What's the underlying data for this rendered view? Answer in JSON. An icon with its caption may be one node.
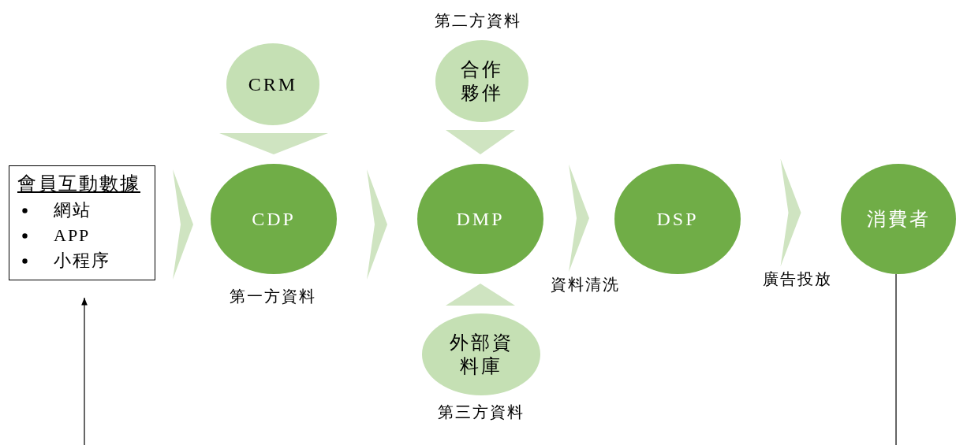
{
  "diagram": {
    "nodes": [
      {
        "text": [
          "會員互動數據",
          "網站",
          "APP",
          "小程序"
        ]
      },
      {
        "text": [
          "CRM"
        ]
      },
      {
        "text": [
          "CDP"
        ],
        "beside": [
          "第一方資料"
        ]
      },
      {
        "text": [
          "合作夥伴"
        ],
        "beside": [
          "第二方資料"
        ]
      },
      {
        "text": [
          "DMP"
        ]
      },
      {
        "text": [
          "外部資料庫"
        ],
        "beside": [
          "第三方資料"
        ]
      },
      {
        "text": [
          "DSP"
        ]
      },
      {
        "text": [
          "消費者"
        ]
      }
    ],
    "edges": [
      {
        "from": 0,
        "to": 2,
        "arrow": "to"
      },
      {
        "from": 1,
        "to": 2,
        "arrow": "to"
      },
      {
        "from": 2,
        "to": 4,
        "arrow": "to"
      },
      {
        "from": 3,
        "to": 4,
        "arrow": "to"
      },
      {
        "from": 5,
        "to": 4,
        "arrow": "to"
      },
      {
        "from": 4,
        "to": 6,
        "arrow": "to",
        "label": "資料清洗"
      },
      {
        "from": 6,
        "to": 7,
        "arrow": "to",
        "label": "廣告投放"
      },
      {
        "from": 7,
        "to": 0,
        "arrow": "to"
      }
    ]
  }
}
